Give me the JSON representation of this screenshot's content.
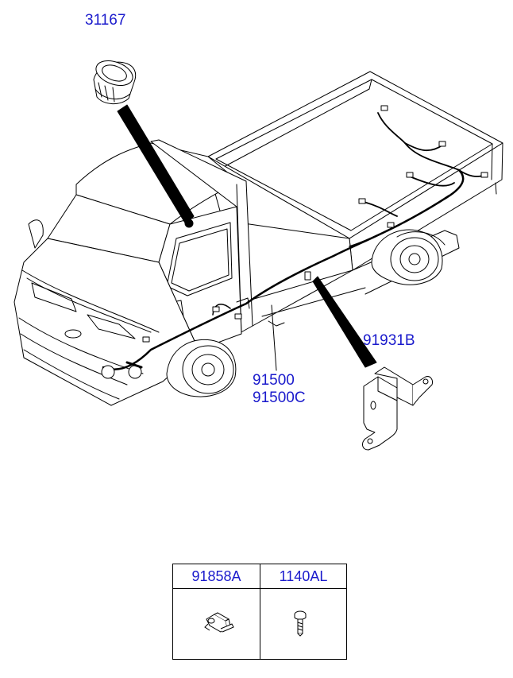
{
  "diagram": {
    "callouts": {
      "cap": "31167",
      "bracket": "91931B",
      "harness": "91500",
      "harness_alt": "91500C"
    },
    "parts_table": {
      "columns": [
        {
          "part_no": "91858A",
          "icon": "clip-icon"
        },
        {
          "part_no": "1140AL",
          "icon": "bolt-icon"
        }
      ]
    }
  }
}
